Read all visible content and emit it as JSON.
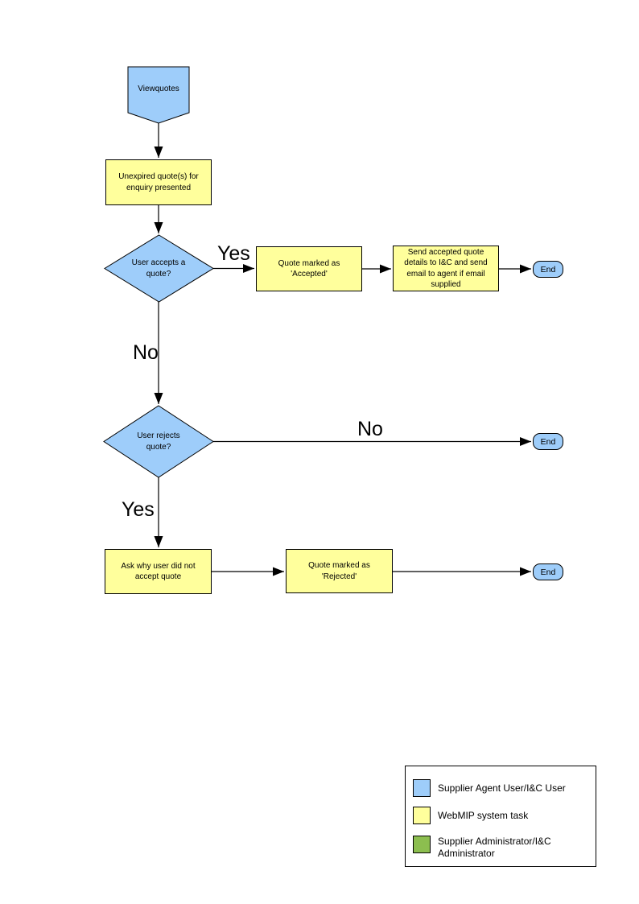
{
  "colors": {
    "blue_node": "#9ECDFA",
    "yellow_node": "#FFFF9C",
    "green_swatch": "#8CBE4F",
    "line": "#000000"
  },
  "flowchart": {
    "start": "Viewquotes",
    "present_quotes": "Unexpired quote(s) for enquiry presented",
    "accept_decision": "User accepts a quote?",
    "label_yes_accept": "Yes",
    "mark_accepted": "Quote  marked as 'Accepted'",
    "send_details": "Send accepted quote details to I&C and send email to agent if email supplied",
    "end_accept": "End",
    "label_no_accept": "No",
    "reject_decision": "User rejects quote?",
    "label_no_reject": "No",
    "end_no_reject": "End",
    "label_yes_reject": "Yes",
    "ask_why": "Ask why user did not accept quote",
    "mark_rejected": "Quote  marked as 'Rejected'",
    "end_reject": "End"
  },
  "legend": {
    "items": [
      {
        "label": "Supplier Agent User/I&C User",
        "color": "#9ECDFA"
      },
      {
        "label": "WebMIP system task",
        "color": "#FFFF9C"
      },
      {
        "label": "Supplier Administrator/I&C Administrator",
        "color": "#8CBE4F"
      }
    ]
  }
}
